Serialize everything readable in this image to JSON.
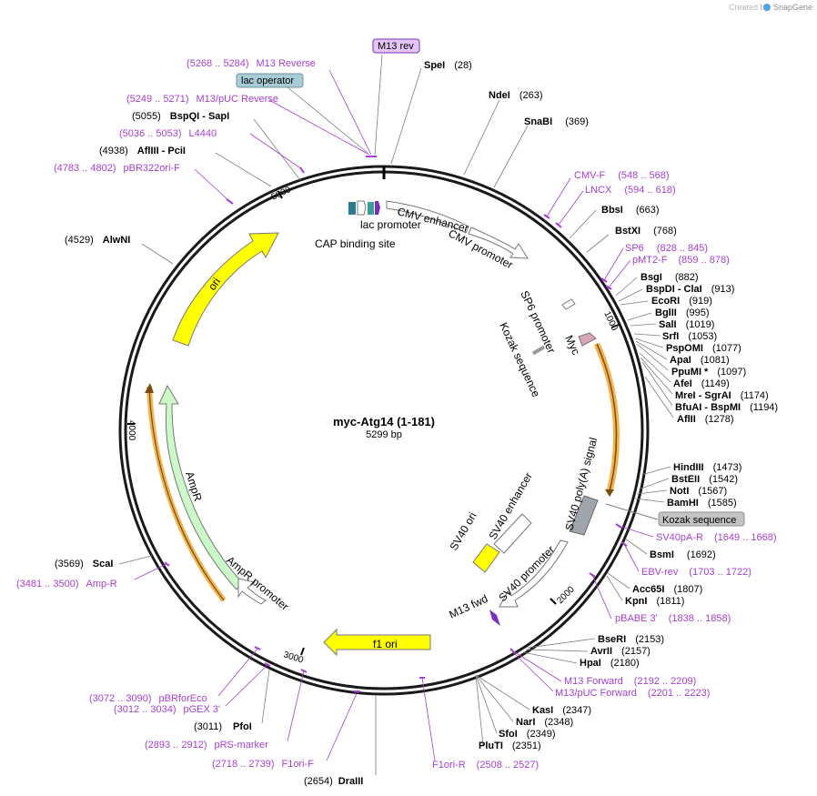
{
  "credit": {
    "prefix": "Created by",
    "brand": "SnapGene"
  },
  "plasmid": {
    "name": "myc-Atg14 (1-181)",
    "length_label": "5299 bp"
  },
  "ticks": [
    "1000",
    "2000",
    "3000",
    "4000",
    "5000"
  ],
  "enzymes": [
    {
      "name": "SpeI",
      "pos": "(28)"
    },
    {
      "name": "NdeI",
      "pos": "(263)"
    },
    {
      "name": "SnaBI",
      "pos": "(369)"
    },
    {
      "name": "BbsI",
      "pos": "(663)"
    },
    {
      "name": "BstXI",
      "pos": "(768)"
    },
    {
      "name": "BsgI",
      "pos": "(882)"
    },
    {
      "name": "BspDI - ClaI",
      "pos": "(913)"
    },
    {
      "name": "EcoRI",
      "pos": "(919)"
    },
    {
      "name": "BglII",
      "pos": "(995)"
    },
    {
      "name": "SalI",
      "pos": "(1019)"
    },
    {
      "name": "SrfI",
      "pos": "(1053)"
    },
    {
      "name": "PspOMI",
      "pos": "(1077)"
    },
    {
      "name": "ApaI",
      "pos": "(1081)"
    },
    {
      "name": "PpuMI *",
      "pos": "(1097)"
    },
    {
      "name": "AfeI",
      "pos": "(1149)"
    },
    {
      "name": "MreI - SgrAI",
      "pos": "(1174)"
    },
    {
      "name": "BfuAI - BspMI",
      "pos": "(1194)"
    },
    {
      "name": "AflII",
      "pos": "(1278)"
    },
    {
      "name": "HindIII",
      "pos": "(1473)"
    },
    {
      "name": "BstEII",
      "pos": "(1542)"
    },
    {
      "name": "NotI",
      "pos": "(1567)"
    },
    {
      "name": "BamHI",
      "pos": "(1585)"
    },
    {
      "name": "BsmI",
      "pos": "(1692)"
    },
    {
      "name": "Acc65I",
      "pos": "(1807)"
    },
    {
      "name": "KpnI",
      "pos": "(1811)"
    },
    {
      "name": "BseRI",
      "pos": "(2153)"
    },
    {
      "name": "AvrII",
      "pos": "(2157)"
    },
    {
      "name": "HpaI",
      "pos": "(2180)"
    },
    {
      "name": "KasI",
      "pos": "(2347)"
    },
    {
      "name": "NarI",
      "pos": "(2348)"
    },
    {
      "name": "SfoI",
      "pos": "(2349)"
    },
    {
      "name": "PluTI",
      "pos": "(2351)"
    },
    {
      "name": "DraIII",
      "pos": "(2654)"
    },
    {
      "name": "PfoI",
      "pos": "(3011)"
    },
    {
      "name": "ScaI",
      "pos": "(3569)"
    },
    {
      "name": "AlwNI",
      "pos": "(4529)"
    },
    {
      "name": "AflIII - PciI",
      "pos": "(4938)"
    },
    {
      "name": "BspQI - SapI",
      "pos": "(5055)"
    }
  ],
  "primers": [
    {
      "name": "M13 Reverse",
      "range": "(5268 .. 5284)"
    },
    {
      "name": "M13/pUC Reverse",
      "range": "(5249 .. 5271)"
    },
    {
      "name": "L4440",
      "range": "(5036 .. 5053)"
    },
    {
      "name": "pBR322ori-F",
      "range": "(4783 .. 4802)"
    },
    {
      "name": "CMV-F",
      "range": "(548 .. 568)"
    },
    {
      "name": "LNCX",
      "range": "(594 .. 618)"
    },
    {
      "name": "SP6",
      "range": "(828 .. 845)"
    },
    {
      "name": "pMT2-F",
      "range": "(859 .. 878)"
    },
    {
      "name": "SV40pA-R",
      "range": "(1649 .. 1668)"
    },
    {
      "name": "EBV-rev",
      "range": "(1703 .. 1722)"
    },
    {
      "name": "pBABE 3'",
      "range": "(1838 .. 1858)"
    },
    {
      "name": "M13 Forward",
      "range": "(2192 .. 2209)"
    },
    {
      "name": "M13/pUC Forward",
      "range": "(2201 .. 2223)"
    },
    {
      "name": "F1ori-R",
      "range": "(2508 .. 2527)"
    },
    {
      "name": "F1ori-F",
      "range": "(2718 .. 2739)"
    },
    {
      "name": "pRS-marker",
      "range": "(2893 .. 2912)"
    },
    {
      "name": "pGEX 3'",
      "range": "(3012 .. 3034)"
    },
    {
      "name": "pBRforEco",
      "range": "(3072 .. 3090)"
    },
    {
      "name": "Amp-R",
      "range": "(3481 .. 3500)"
    }
  ],
  "tags": {
    "m13rev": "M13 rev",
    "lac_operator": "lac operator",
    "kozak_tag": "Kozak sequence"
  },
  "features": {
    "cmv_enhancer": "CMV enhancer",
    "cmv_promoter": "CMV promoter",
    "lac_promoter": "lac promoter",
    "cap_site": "CAP binding site",
    "sp6_promoter": "SP6 promoter",
    "kozak": "Kozak sequence",
    "myc": "Myc",
    "sv40_polya": "SV40 poly(A) signal",
    "sv40_enhancer": "SV40 enhancer",
    "sv40_ori": "SV40 ori",
    "sv40_promoter": "SV40 promoter",
    "m13_fwd": "M13 fwd",
    "f1_ori": "f1 ori",
    "ampr": "AmpR",
    "ampr_promoter": "AmpR promoter",
    "ori": "ori"
  },
  "colors": {
    "ori": "#ffff00",
    "f1_ori": "#ffff00",
    "ampr": "#ccf9c8",
    "orf_highlight": "#f2b44f",
    "primer": "#a43fcf",
    "m13_tag_bg": "#e4c6f5",
    "lac_tag_bg": "#a8ccd6",
    "kozak_tag_bg": "#c3c3c3"
  }
}
